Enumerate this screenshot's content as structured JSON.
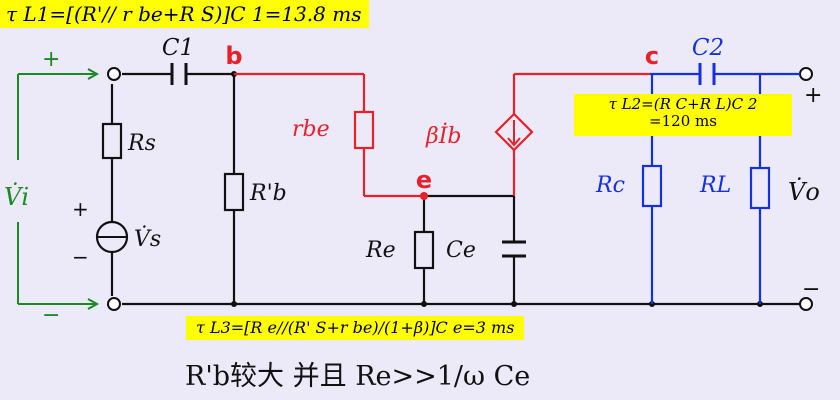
{
  "formulas": {
    "tau_l1": "τ L1=[(R'// r be+R S)]C 1=13.8 ms",
    "tau_l2_line1": "τ L2=(R C+R L)C 2",
    "tau_l2_line2": "=120 ms",
    "tau_l3": "τ L3=[R e//(R' S+r be)/(1+β)]C e=3 ms"
  },
  "caption": "R'b较大 并且 Re>>1/ω Ce",
  "nodes": {
    "b": "b",
    "c": "c",
    "e": "e"
  },
  "components": {
    "C1": "C1",
    "C2": "C2",
    "Rs": "Rs",
    "Vs": "V̇s",
    "Rb": "R'b",
    "rbe": "rbe",
    "source": "βİb",
    "Re": "Re",
    "Ce": "Ce",
    "Rc": "Rc",
    "RL": "RL"
  },
  "ports": {
    "vi": "V̇i",
    "vo": "V̇o",
    "plus": "+",
    "minus": "−"
  },
  "colors": {
    "black": "#111111",
    "red": "#e8202a",
    "blue": "#1530e0",
    "green": "#1a8a22",
    "highlight": "#ffff00",
    "background": "#ece9f9"
  }
}
